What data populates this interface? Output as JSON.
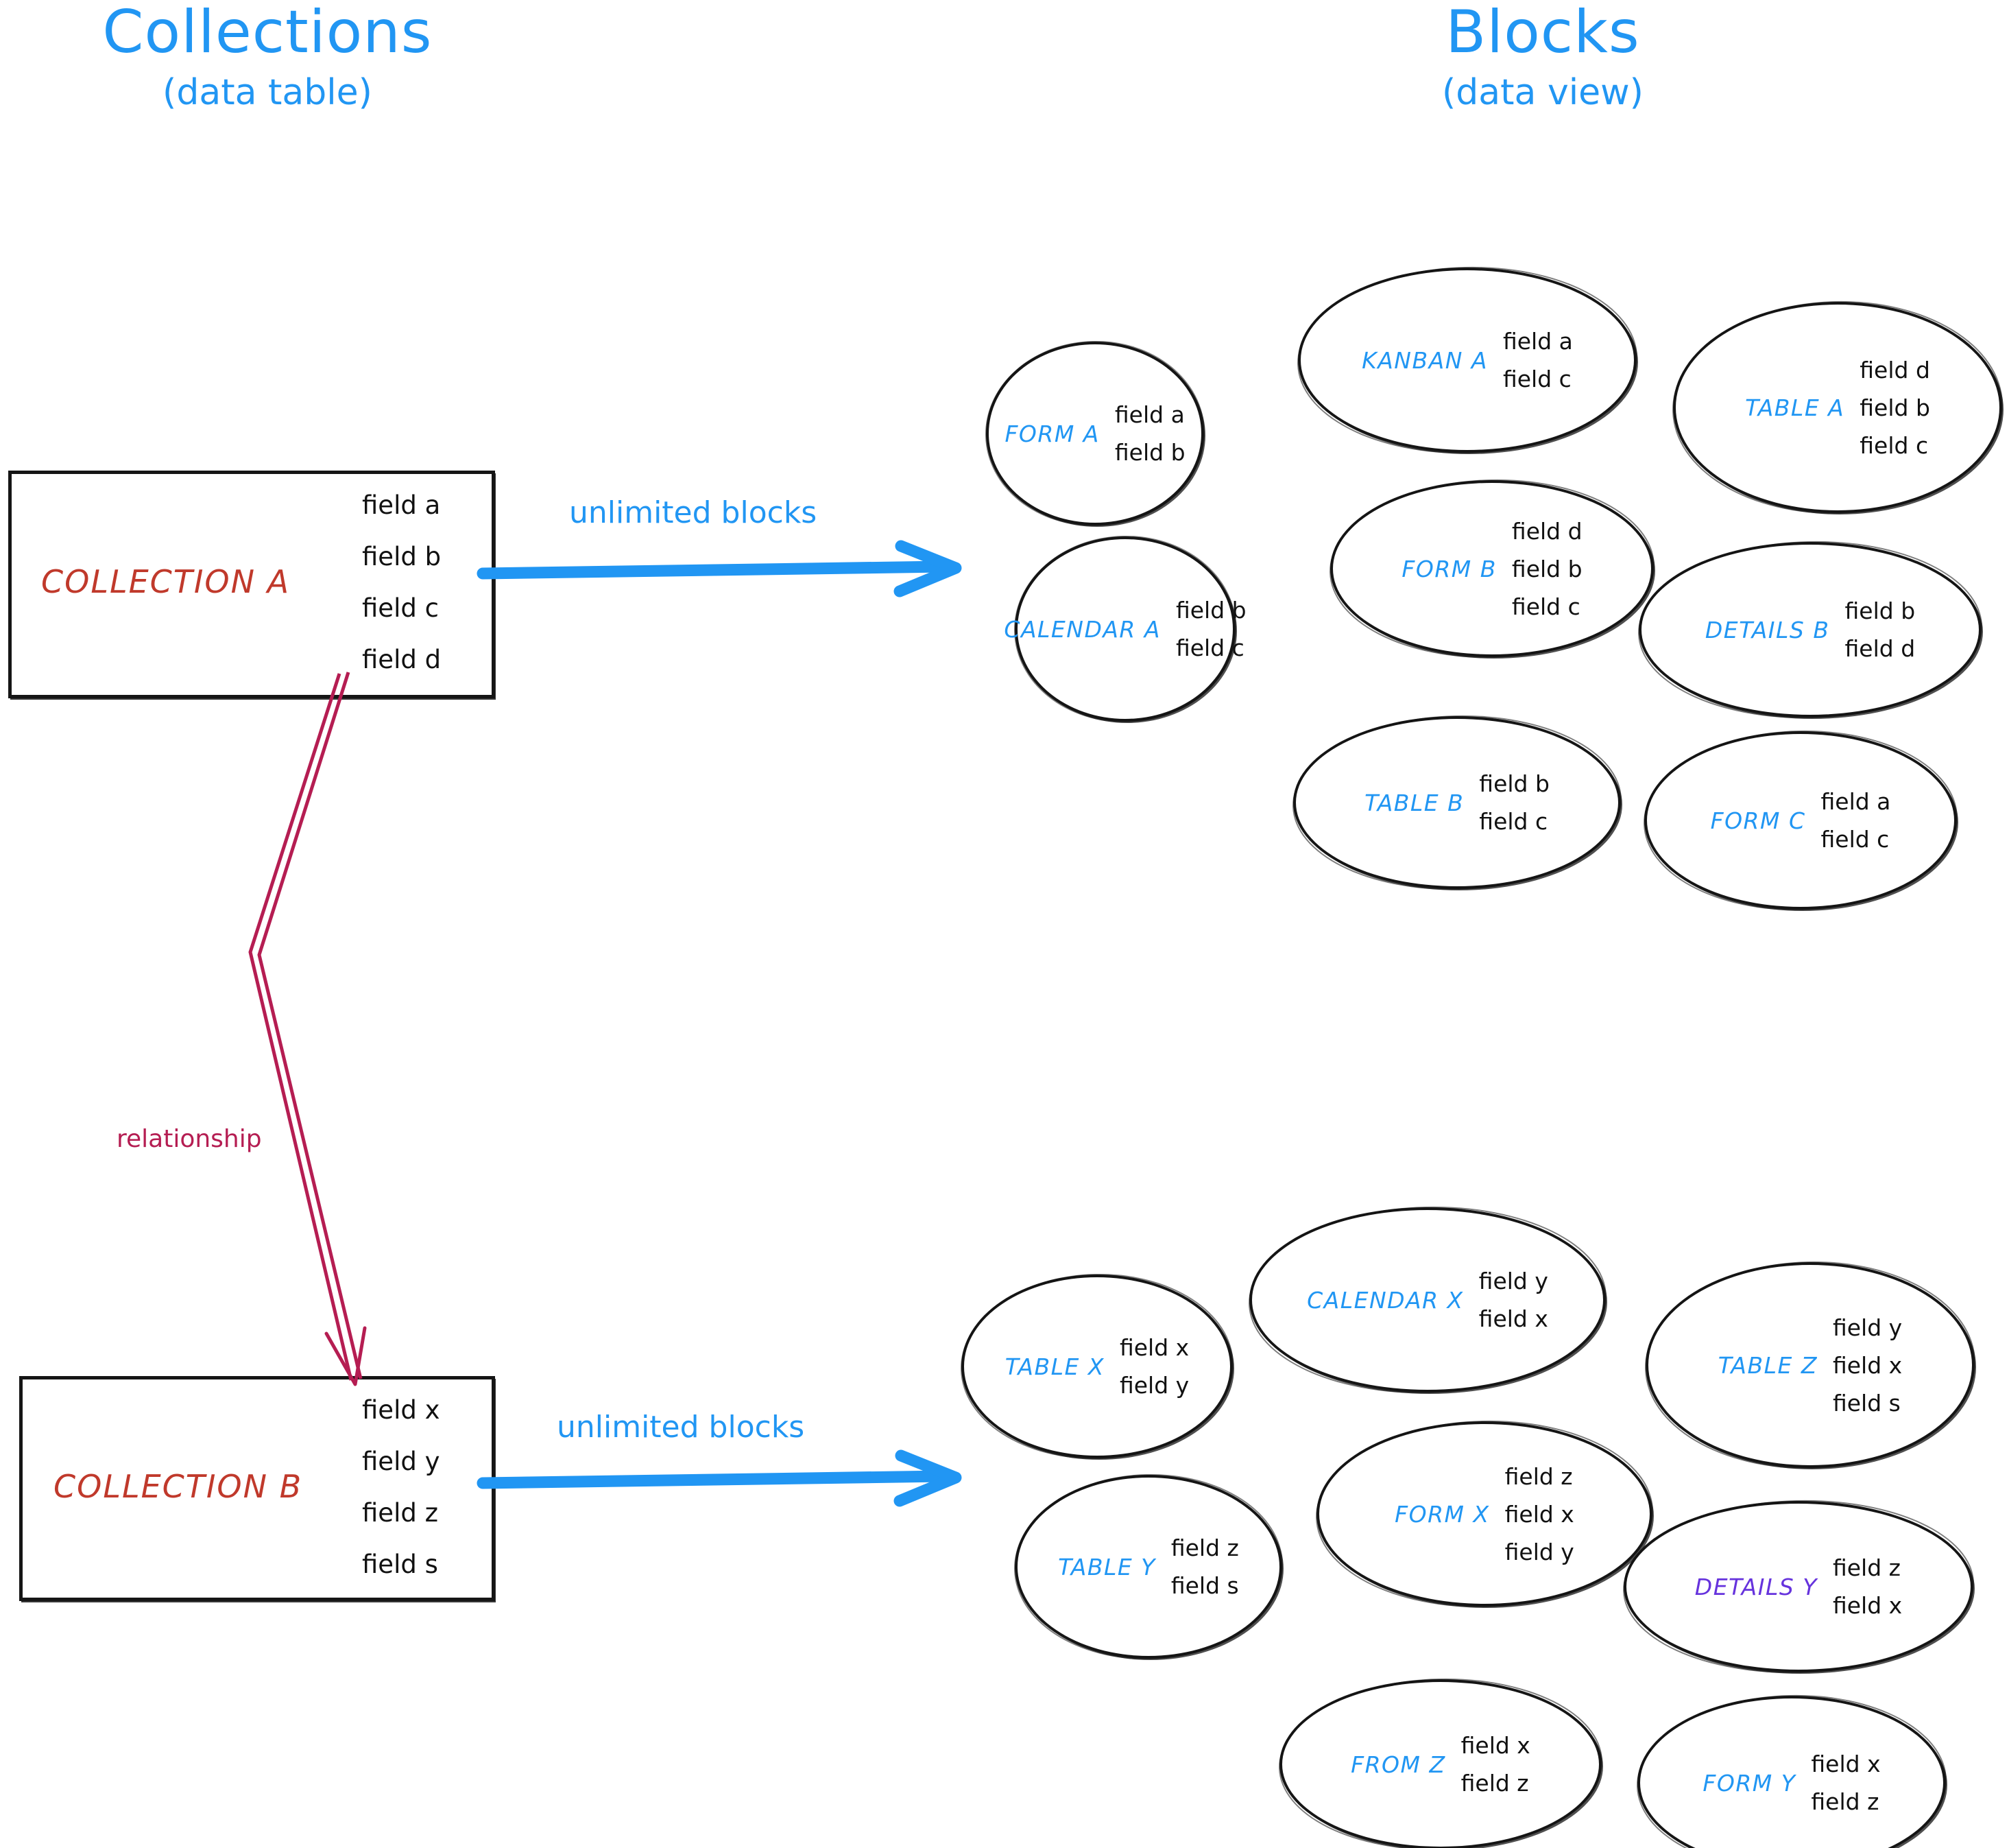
{
  "headings": {
    "collections": {
      "main": "Collections",
      "sub": "(data table)"
    },
    "blocks": {
      "main": "Blocks",
      "sub": "(data view)"
    }
  },
  "colors": {
    "accent_blue": "#2196f3",
    "collection_red": "#c0392b",
    "relationship_crimson": "#b51d52",
    "details_purple": "#6633dd",
    "ink_black": "#151515"
  },
  "collections": [
    {
      "name": "COLLECTION A",
      "fields": [
        "field a",
        "field b",
        "field c",
        "field d"
      ]
    },
    {
      "name": "COLLECTION B",
      "fields": [
        "field x",
        "field y",
        "field z",
        "field s"
      ]
    }
  ],
  "arrows": [
    {
      "label": "unlimited blocks"
    },
    {
      "label": "unlimited blocks"
    }
  ],
  "relationship": {
    "label": "relationship"
  },
  "blocks_top": [
    {
      "name": "FORM A",
      "fields": [
        "field a",
        "field b"
      ]
    },
    {
      "name": "KANBAN A",
      "fields": [
        "field a",
        "field c"
      ]
    },
    {
      "name": "TABLE A",
      "fields": [
        "field d",
        "field b",
        "field c"
      ]
    },
    {
      "name": "CALENDAR A",
      "fields": [
        "field b",
        "field c"
      ]
    },
    {
      "name": "FORM B",
      "fields": [
        "field d",
        "field b",
        "field c"
      ]
    },
    {
      "name": "DETAILS B",
      "fields": [
        "field b",
        "field d"
      ]
    },
    {
      "name": "TABLE B",
      "fields": [
        "field b",
        "field c"
      ]
    },
    {
      "name": "FORM C",
      "fields": [
        "field a",
        "field c"
      ]
    }
  ],
  "blocks_bottom": [
    {
      "name": "TABLE X",
      "fields": [
        "field x",
        "field y"
      ]
    },
    {
      "name": "CALENDAR X",
      "fields": [
        "field y",
        "field x"
      ]
    },
    {
      "name": "TABLE Z",
      "fields": [
        "field y",
        "field x",
        "field s"
      ]
    },
    {
      "name": "TABLE Y",
      "fields": [
        "field z",
        "field s"
      ]
    },
    {
      "name": "FORM X",
      "fields": [
        "field z",
        "field x",
        "field y"
      ]
    },
    {
      "name": "DETAILS Y",
      "fields": [
        "field z",
        "field x"
      ]
    },
    {
      "name": "FROM Z",
      "fields": [
        "field x",
        "field z"
      ]
    },
    {
      "name": "FORM Y",
      "fields": [
        "field x",
        "field z"
      ]
    }
  ]
}
